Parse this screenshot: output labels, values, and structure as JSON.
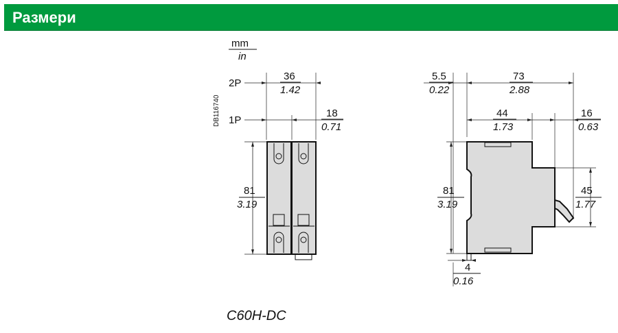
{
  "header": {
    "title": "Размери"
  },
  "units": {
    "top": "mm",
    "bottom": "in"
  },
  "drawing_ref": "DB116740",
  "front_view": {
    "pole_2p_label": "2P",
    "pole_1p_label": "1P",
    "width_2p": {
      "mm": "36",
      "in": "1.42"
    },
    "width_1p": {
      "mm": "18",
      "in": "0.71"
    },
    "height": {
      "mm": "81",
      "in": "3.19"
    }
  },
  "side_view": {
    "front_offset": {
      "mm": "5.5",
      "in": "0.22"
    },
    "depth_total": {
      "mm": "73",
      "in": "2.88"
    },
    "depth_mid": {
      "mm": "44",
      "in": "1.73"
    },
    "depth_front": {
      "mm": "16",
      "in": "0.63"
    },
    "height": {
      "mm": "81",
      "in": "3.19"
    },
    "front_height": {
      "mm": "45",
      "in": "1.77"
    },
    "rail_clip": {
      "mm": "4",
      "in": "0.16"
    }
  },
  "product_name": "C60H-DC"
}
